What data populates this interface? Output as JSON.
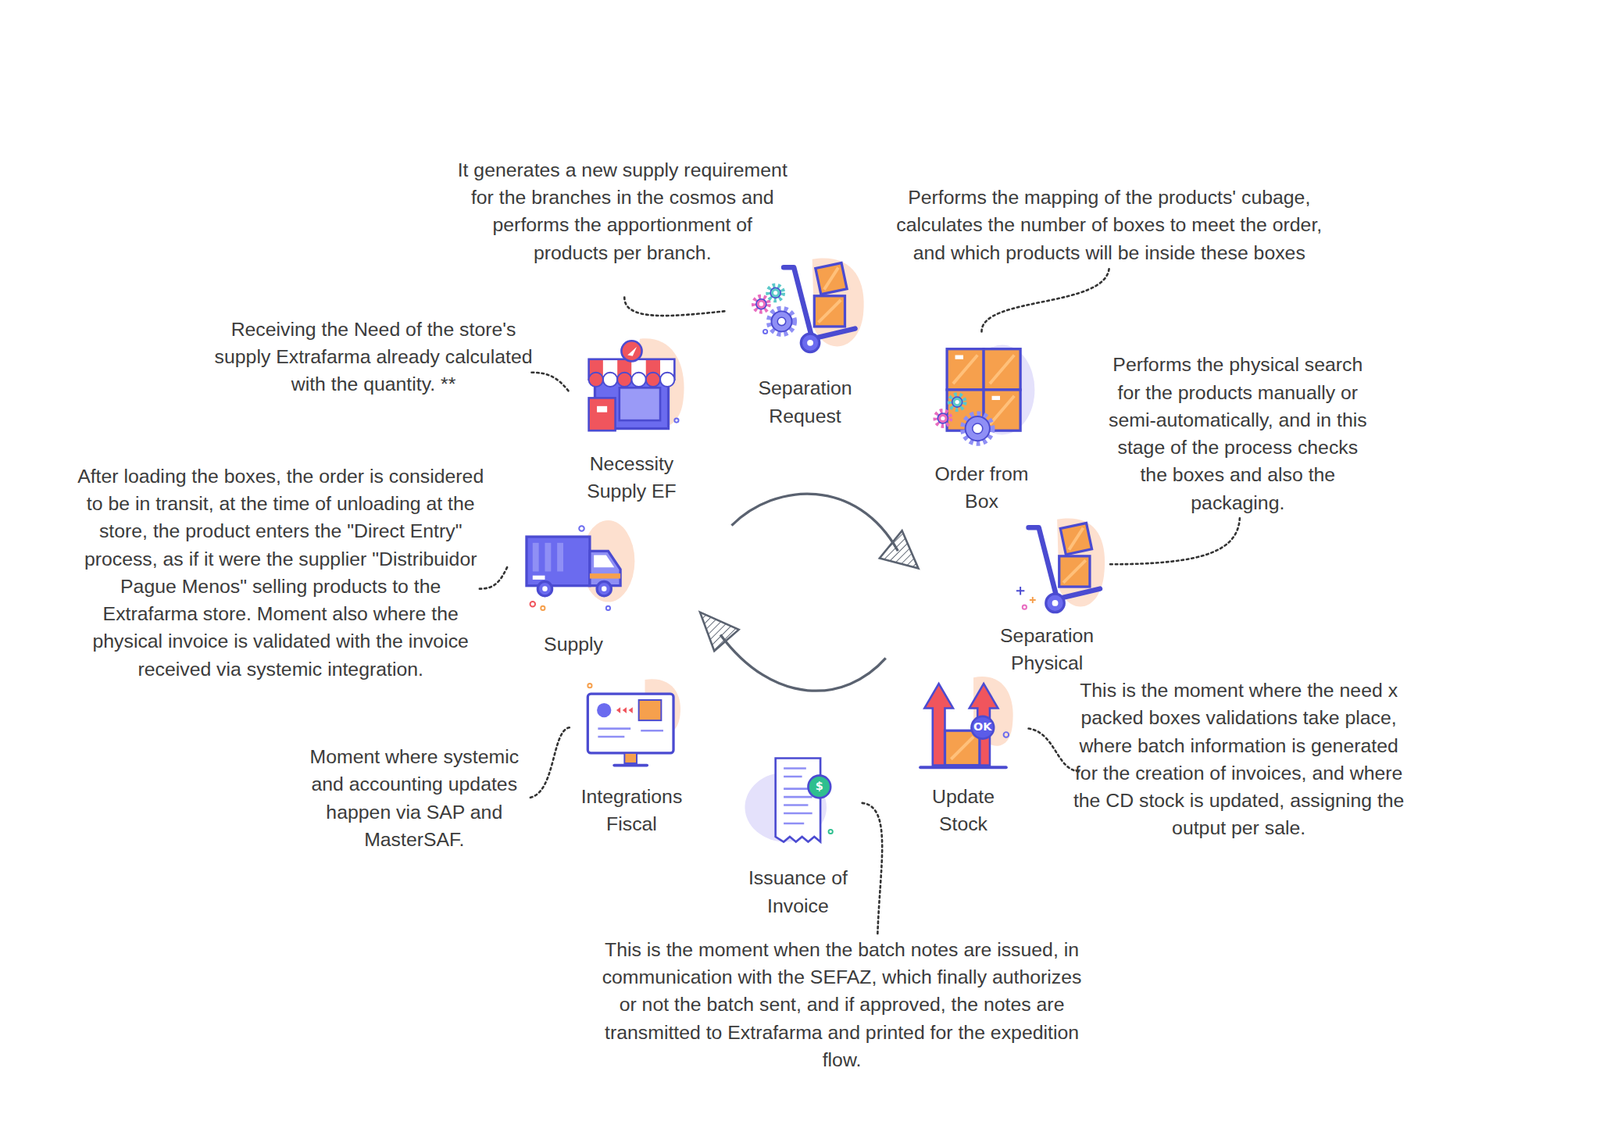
{
  "diagram": {
    "nodes": [
      {
        "text": [
          "Necessity Supply EF",
          "Receiving the Need of the store's supply Extrafarma already calculated with the quantity. **"
        ]
      },
      {
        "text": [
          "Separation Request",
          "It generates a new supply requirement for the branches in the cosmos and performs the apportionment of products per branch."
        ]
      },
      {
        "text": [
          "Order from Box",
          "Performs the mapping of the products' cubage, calculates the number of boxes to meet the order, and which products will be inside these boxes"
        ]
      },
      {
        "text": [
          "Separation Physical",
          "Performs the physical search for the products manually or semi-automatically, and in this stage of the process checks the boxes and also the packaging."
        ]
      },
      {
        "text": [
          "Update Stock",
          "This is the moment where the need x packed boxes validations take place, where batch information is generated for the creation of invoices, and where the CD stock is updated, assigning the output per sale."
        ]
      },
      {
        "text": [
          "Issuance of Invoice",
          "This is the moment when the batch notes are issued, in communication with the SEFAZ, which finally authorizes or not the batch sent, and if approved, the notes are transmitted to Extrafarma and printed for the expedition flow."
        ]
      },
      {
        "text": [
          "Integrations Fiscal",
          "Moment where systemic and accounting updates happen via SAP and MasterSAF."
        ]
      },
      {
        "text": [
          "Supply",
          "After loading the boxes, the order is considered to be in transit, at the time of unloading at the store, the product enters the \"Direct Entry\" process, as if it were the supplier \"Distribuidor Pague Menos\" selling products to the Extrafarma store. Moment also where the physical invoice is validated with the invoice received via systemic integration."
        ]
      }
    ],
    "labels": [
      "OK",
      "$"
    ]
  }
}
